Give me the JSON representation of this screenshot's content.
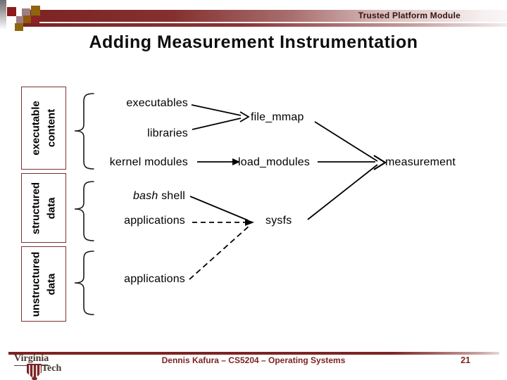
{
  "header": {
    "badge": "Trusted Platform Module",
    "title": "Adding Measurement Instrumentation"
  },
  "left_categories": [
    {
      "line1": "executable",
      "line2": "content"
    },
    {
      "line1": "structured",
      "line2": "data"
    },
    {
      "line1": "unstructured",
      "line2": "data"
    }
  ],
  "nodes": {
    "executables": "executables",
    "libraries": "libraries",
    "kernel_modules": "kernel modules",
    "bash_italic": "bash",
    "bash_rest": " shell",
    "applications_top": "applications",
    "applications_bottom": "applications",
    "file_mmap": "file_mmap",
    "load_modules": "load_modules",
    "sysfs": "sysfs",
    "measurement": "measurement"
  },
  "edges": [
    {
      "from": "executables",
      "to": "file_mmap",
      "style": "solid"
    },
    {
      "from": "libraries",
      "to": "file_mmap",
      "style": "solid"
    },
    {
      "from": "kernel modules",
      "to": "load_modules",
      "style": "solid"
    },
    {
      "from": "file_mmap",
      "to": "measurement",
      "style": "solid"
    },
    {
      "from": "load_modules",
      "to": "measurement",
      "style": "solid"
    },
    {
      "from": "sysfs",
      "to": "measurement",
      "style": "solid"
    },
    {
      "from": "bash shell",
      "to": "sysfs",
      "style": "solid"
    },
    {
      "from": "applications (top)",
      "to": "sysfs",
      "style": "dashed"
    },
    {
      "from": "applications (bottom)",
      "to": "sysfs",
      "style": "dashed"
    }
  ],
  "category_groups": [
    {
      "category": "executable content",
      "members": [
        "executables",
        "libraries",
        "kernel modules"
      ]
    },
    {
      "category": "structured data",
      "members": [
        "bash shell",
        "applications"
      ]
    },
    {
      "category": "unstructured data",
      "members": [
        "applications"
      ]
    }
  ],
  "footer": {
    "credit": "Dennis Kafura – CS5204 – Operating Systems",
    "page_number": "21",
    "logo_top": "Virginia",
    "logo_bottom": "Tech"
  },
  "colors": {
    "accent_maroon": "#7d2323",
    "box_border": "#7d3030",
    "decoration_gold": "#8f660a",
    "decoration_mauve": "#9e7e86"
  }
}
